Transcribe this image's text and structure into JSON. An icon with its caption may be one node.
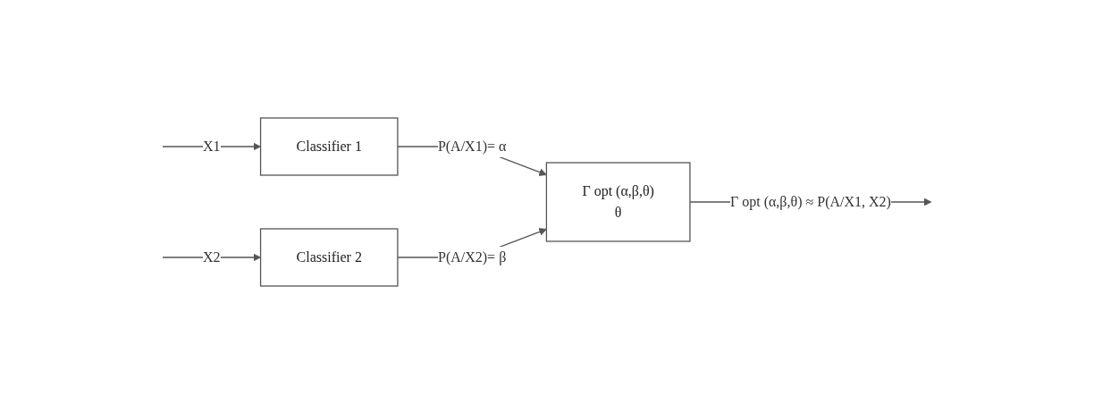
{
  "diagram": {
    "nodes": [
      {
        "text": [
          "Classifier 1"
        ]
      },
      {
        "text": [
          "Classifier 2"
        ]
      },
      {
        "text": [
          "Γ opt (α,β,θ)",
          "θ"
        ]
      }
    ],
    "edges": [
      {
        "from": null,
        "to": 0,
        "arrow": "to",
        "label": "X1"
      },
      {
        "from": 0,
        "to": 2,
        "arrow": "to",
        "label": "P(A/X1)= α"
      },
      {
        "from": null,
        "to": 1,
        "arrow": "to",
        "label": "X2"
      },
      {
        "from": 1,
        "to": 2,
        "arrow": "to",
        "label": "P(A/X2)= β"
      },
      {
        "from": 2,
        "to": null,
        "arrow": "to",
        "label": "Γ opt (α,β,θ) ≈ P(A/X1, X2)"
      }
    ]
  }
}
